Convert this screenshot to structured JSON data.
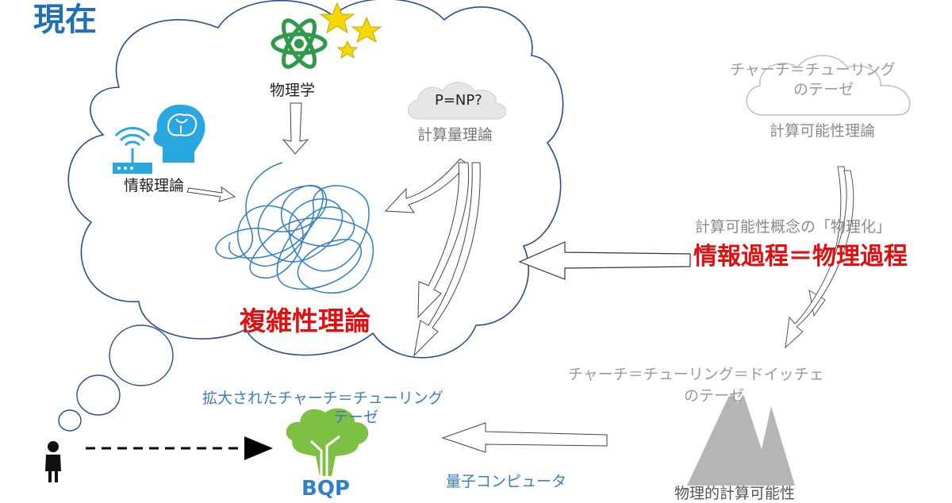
{
  "title": "現在",
  "labels": {
    "physics": "物理学",
    "information_theory": "情報理論",
    "p_np": "P=NP?",
    "complexity_theory": "計算量理論",
    "complexity_science": "複雑性理論",
    "church_turing_line1": "チャーチ＝チューリング",
    "church_turing_line2": "のテーゼ",
    "computability_theory": "計算可能性理論",
    "physicalization": "計算可能性概念の「物理化」",
    "info_equals_physical": "情報過程＝物理過程",
    "ctd_line1": "チャーチ＝チューリング＝ドイッチェ",
    "ctd_line2": "のテーゼ",
    "extended_ct_line1": "拡大されたチャーチ＝チューリング",
    "extended_ct_line2": "テーゼ",
    "bop": "BQP",
    "quantum_computer": "量子コンピュータ",
    "physical_computability": "物理的計算可能性"
  },
  "colors": {
    "title_blue": "#1f6fb8",
    "highlight_red": "#e01010",
    "cloud_outline": "#2a4d8f",
    "scribble_blue": "#2f7ec4",
    "atom_green": "#2e9a4a",
    "star_yellow": "#f5d800",
    "tree_green": "#7cc143",
    "mountain_gray": "#b5b5b5",
    "faded_gray": "#9a9a9a",
    "icon_blue": "#29a8e0"
  },
  "icons": {
    "atom": "atom-icon",
    "stars": "star-icon",
    "router": "wifi-router-icon",
    "head": "brain-head-icon",
    "cloud": "cloud-icon",
    "person": "person-icon",
    "tree": "tree-icon",
    "mountain": "mountain-icon"
  }
}
